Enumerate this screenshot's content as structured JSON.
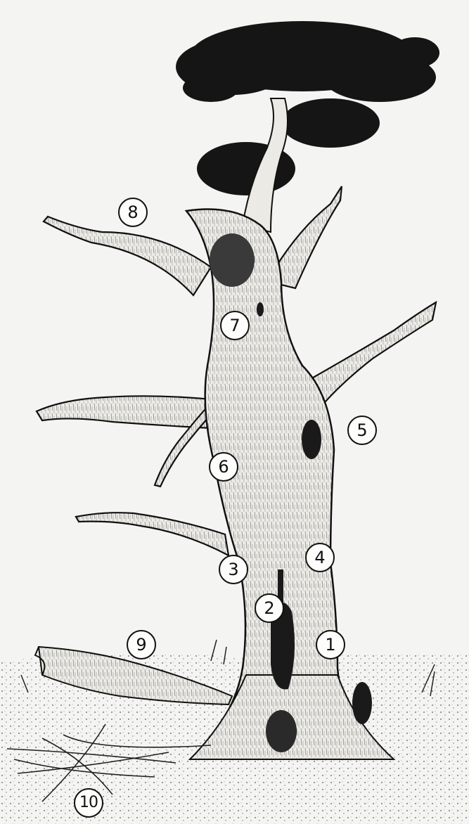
{
  "callouts": [
    {
      "id": "c1",
      "label": "1"
    },
    {
      "id": "c2",
      "label": "2"
    },
    {
      "id": "c3",
      "label": "3"
    },
    {
      "id": "c4",
      "label": "4"
    },
    {
      "id": "c5",
      "label": "5"
    },
    {
      "id": "c6",
      "label": "6"
    },
    {
      "id": "c7",
      "label": "7"
    },
    {
      "id": "c8",
      "label": "8"
    },
    {
      "id": "c9",
      "label": "9"
    },
    {
      "id": "c10",
      "label": "10"
    }
  ],
  "colors": {
    "ink": "#111111",
    "paper": "#f4f4f2",
    "bark": "#e8e6e0",
    "shadow": "#2a2a2a"
  }
}
